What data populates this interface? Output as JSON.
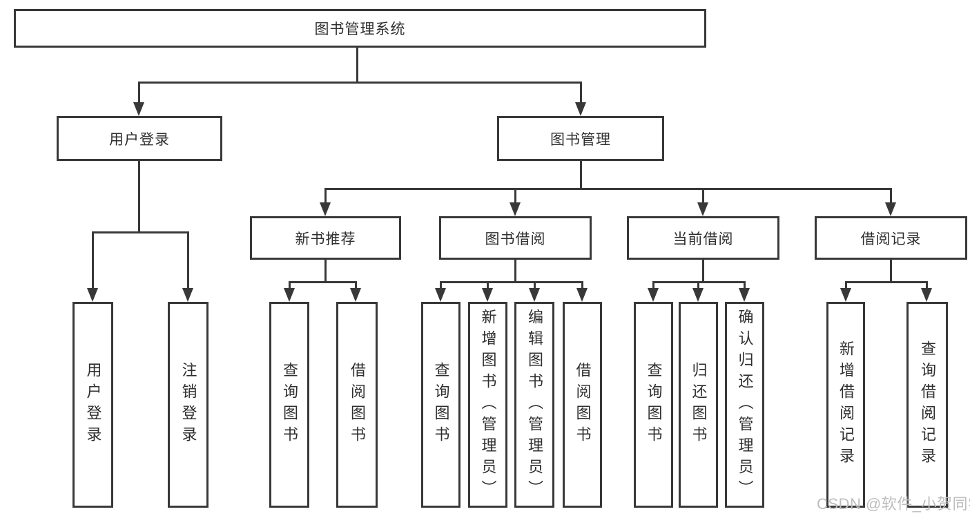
{
  "tree": {
    "root": {
      "label": "图书管理系统"
    },
    "level2": {
      "user_login": {
        "label": "用户登录"
      },
      "book_management": {
        "label": "图书管理"
      }
    },
    "level3": {
      "new_book_recommend": {
        "label": "新书推荐"
      },
      "book_borrowing": {
        "label": "图书借阅"
      },
      "current_borrowing": {
        "label": "当前借阅"
      },
      "borrowing_records": {
        "label": "借阅记录"
      }
    },
    "leaves": {
      "user_login": [
        "用户登录",
        "注销登录"
      ],
      "new_book_recommend": [
        "查询图书",
        "借阅图书"
      ],
      "book_borrowing": [
        "查询图书",
        "新增图书（管理员）",
        "编辑图书（管理员）",
        "借阅图书"
      ],
      "current_borrowing": [
        "查询图书",
        "归还图书",
        "确认归还（管理员）"
      ],
      "borrowing_records": [
        "新增借阅记录",
        "查询借阅记录"
      ]
    }
  },
  "watermark": "CSDN @软件_小贺同学",
  "colors": {
    "line": "#383838",
    "text": "#2f2f2f",
    "watermark": "#bdbdbd",
    "background": "#ffffff"
  }
}
